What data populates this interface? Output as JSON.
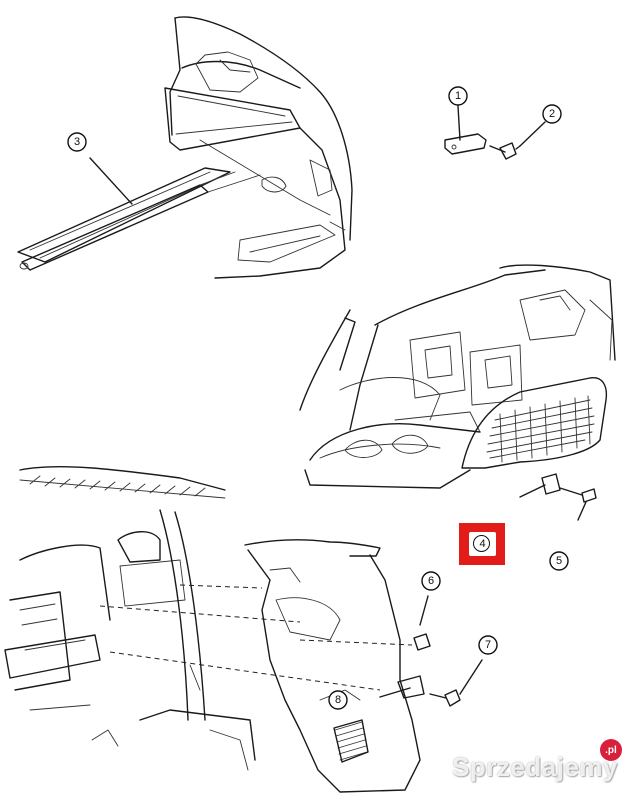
{
  "diagram": {
    "callouts": [
      {
        "id": "callout-1",
        "label": "1"
      },
      {
        "id": "callout-2",
        "label": "2"
      },
      {
        "id": "callout-3",
        "label": "3"
      },
      {
        "id": "callout-4",
        "label": "4"
      },
      {
        "id": "callout-5",
        "label": "5"
      },
      {
        "id": "callout-6",
        "label": "6"
      },
      {
        "id": "callout-7",
        "label": "7"
      },
      {
        "id": "callout-8",
        "label": "8"
      }
    ],
    "highlight_color": "#e21b1b"
  },
  "watermark": {
    "text": "Sprzedajemy",
    "badge": ".pl"
  }
}
